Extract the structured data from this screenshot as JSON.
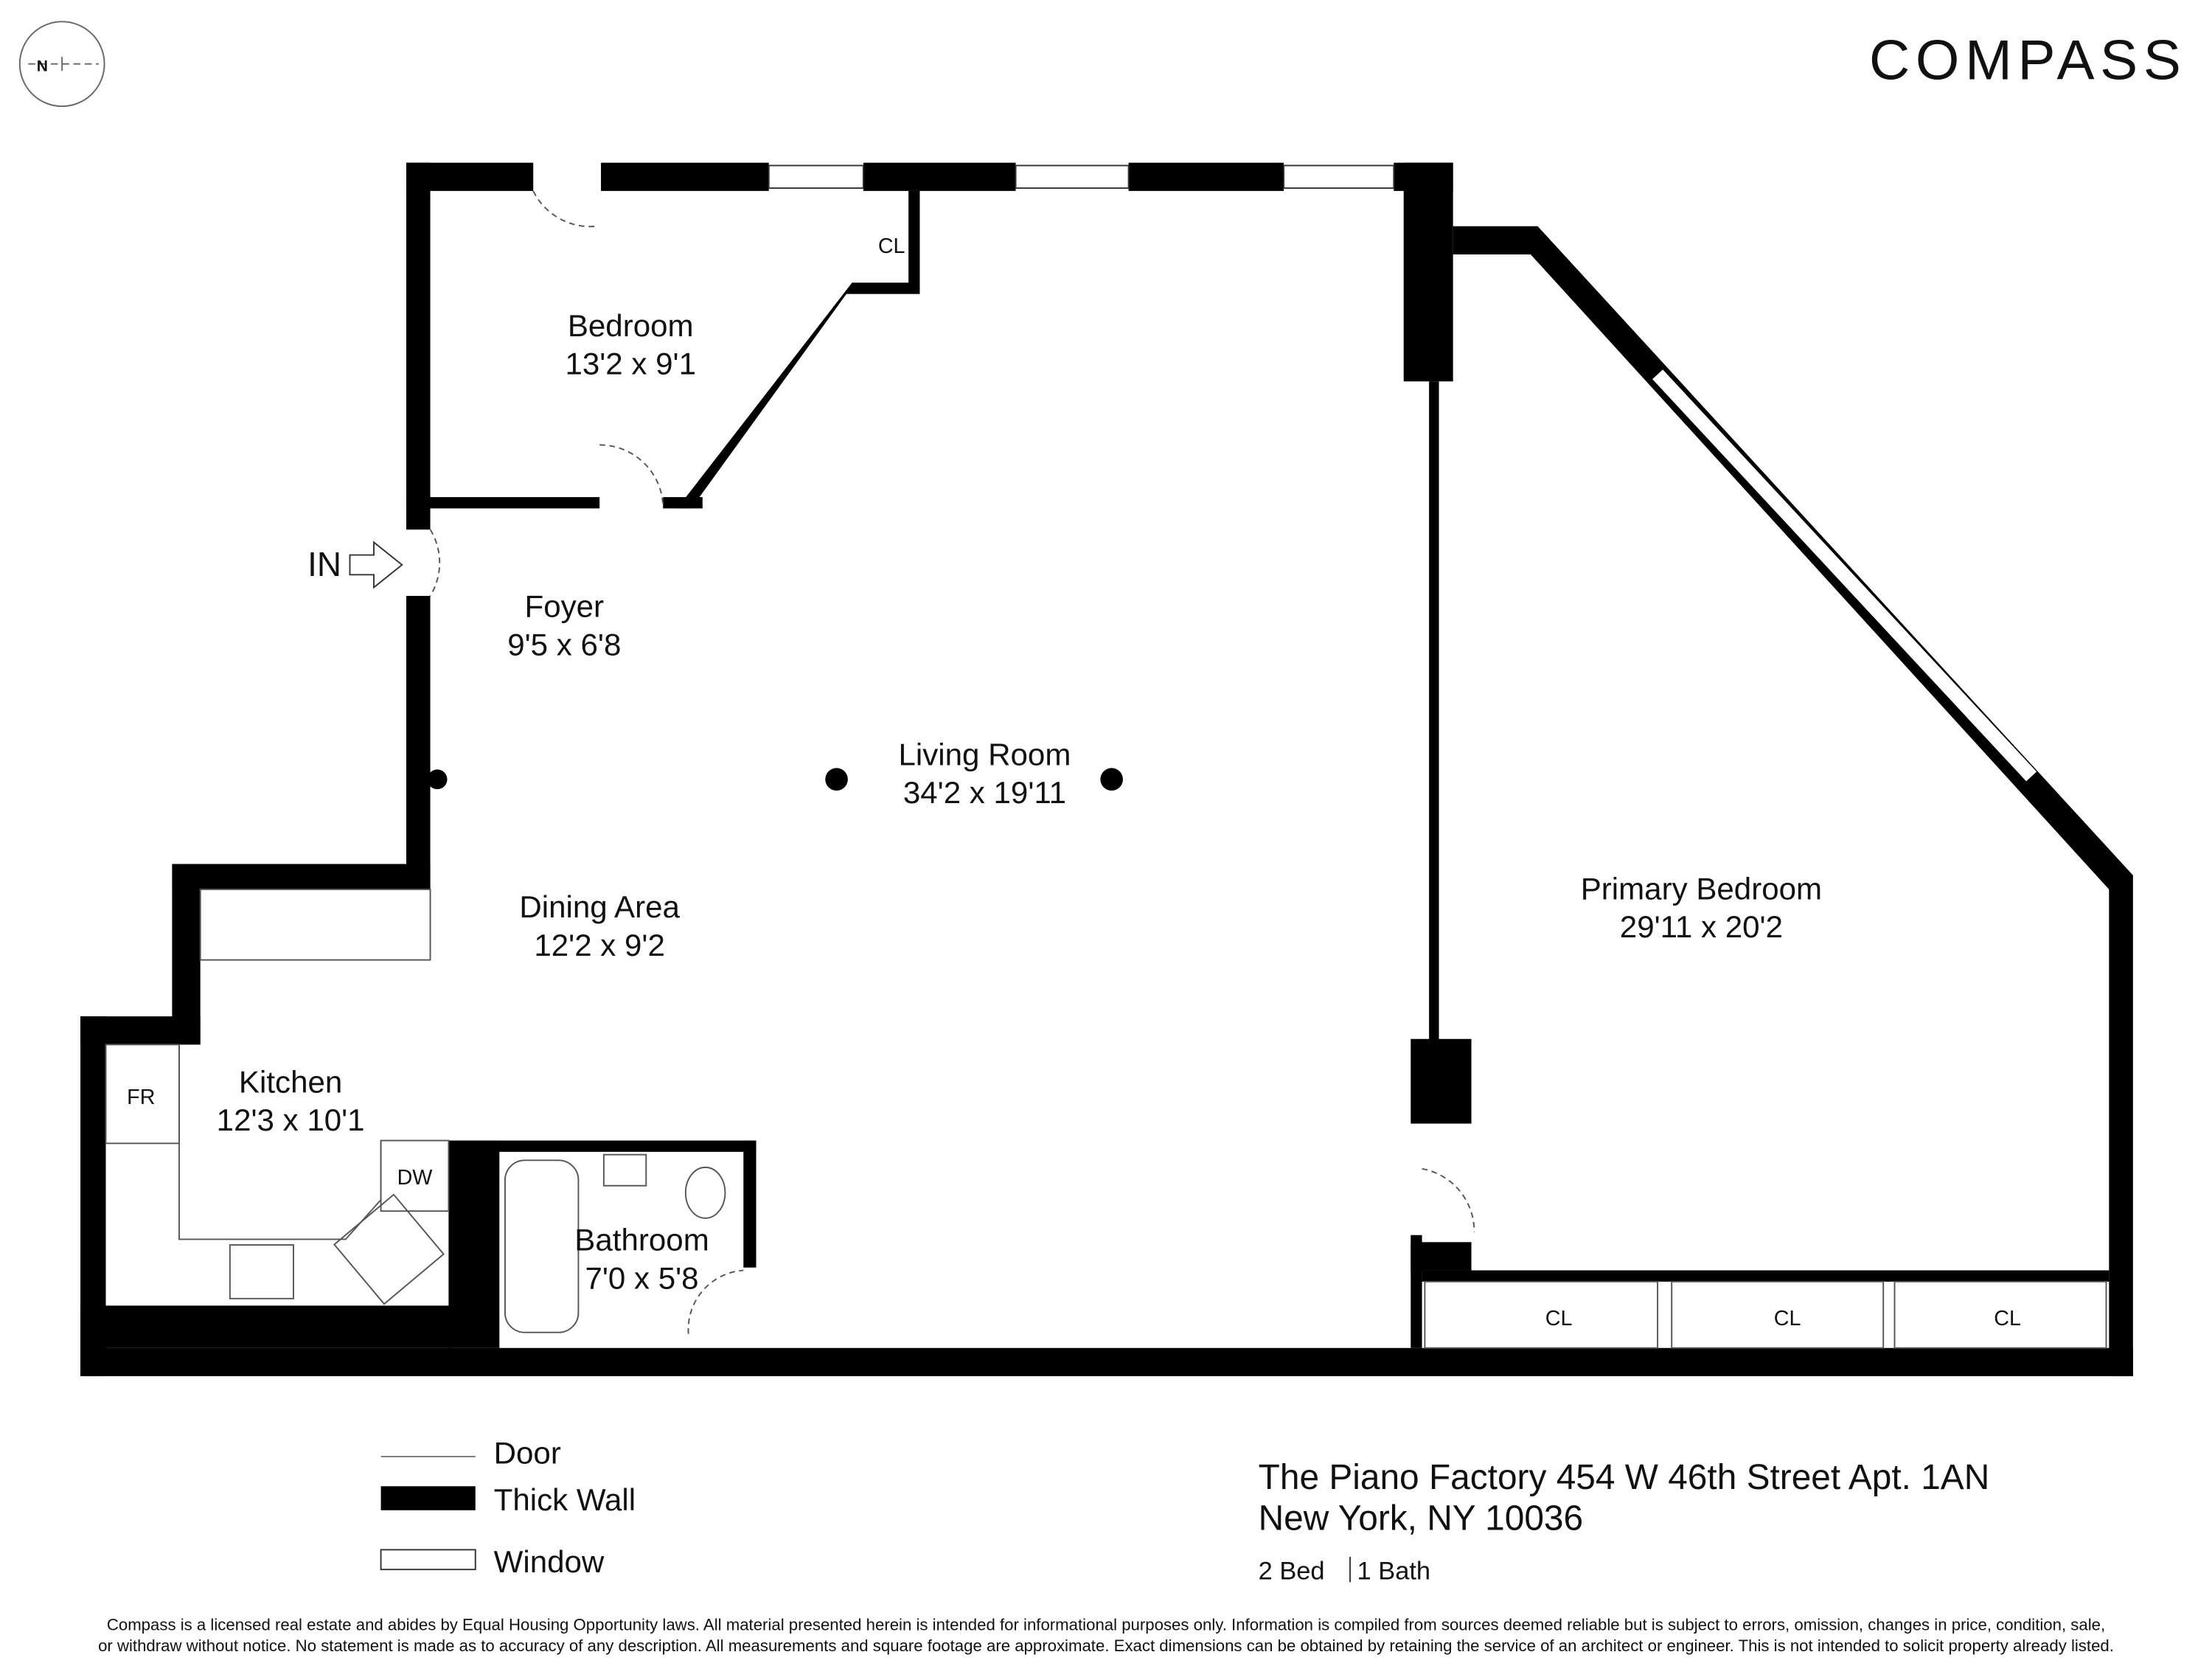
{
  "brand": {
    "logo_text": "COMPASS"
  },
  "compass_rose": {
    "north_label": "N"
  },
  "entry_label": "IN",
  "rooms": [
    {
      "name": "Bedroom",
      "size": "13'2 x 9'1"
    },
    {
      "name": "Foyer",
      "size": "9'5 x 6'8"
    },
    {
      "name": "Living Room",
      "size": "34'2 x 19'11"
    },
    {
      "name": "Dining Area",
      "size": "12'2 x 9'2"
    },
    {
      "name": "Kitchen",
      "size": "12'3 x 10'1"
    },
    {
      "name": "Bathroom",
      "size": "7'0 x 5'8"
    },
    {
      "name": "Primary Bedroom",
      "size": "29'11 x 20'2"
    }
  ],
  "fixtures": {
    "closet": "CL",
    "fridge": "FR",
    "dishwasher": "DW"
  },
  "legend": [
    {
      "label": "Door"
    },
    {
      "label": "Thick Wall"
    },
    {
      "label": "Window"
    }
  ],
  "address": {
    "line1": "The Piano Factory 454 W 46th Street Apt. 1AN",
    "line2": "New York, NY 10036",
    "beds": "2 Bed",
    "baths": "1 Bath"
  },
  "disclaimer": {
    "line1": "Compass is a licensed real estate and abides by Equal Housing Opportunity laws. All material presented herein is intended for informational purposes only. Information is compiled from sources deemed reliable but is subject to errors, omission, changes in price, condition, sale,",
    "line2": "or withdraw without notice. No statement is made as to accuracy of any description. All measurements and square footage are approximate. Exact dimensions can be obtained by retaining the service of an architect or engineer. This is not intended to solicit property already listed."
  }
}
